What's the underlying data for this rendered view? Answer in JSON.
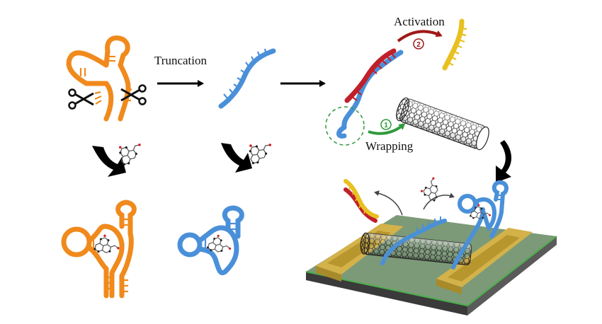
{
  "labels": {
    "truncation": "Truncation",
    "activation": "Activation",
    "wrapping": "Wrapping",
    "step_activation": "2",
    "step_wrapping": "1"
  },
  "colors": {
    "full_aptamer": "#f08a1c",
    "truncated_aptamer": "#4a90d9",
    "complement_strand": "#c0202a",
    "released_strand": "#e8c020",
    "activation_arrow": "#a01818",
    "wrapping_arrow": "#2e9a3c",
    "electrode": "#d4b24a",
    "substrate_top": "#7c9a78",
    "nanotube": "#2a2a2a"
  },
  "icons": [
    "scissors-icon",
    "molecule-icon",
    "carbon-nanotube-icon",
    "curved-arrow-icon"
  ]
}
